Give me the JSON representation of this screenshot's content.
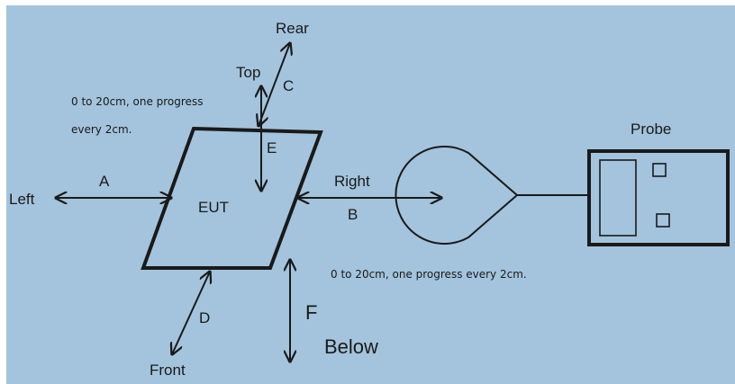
{
  "colors": {
    "background": "#a3c4dc",
    "stroke": "#1a1a1a",
    "probe_fill": "#a3c4dc"
  },
  "labels": {
    "rear": "Rear",
    "top": "Top",
    "c": "C",
    "e": "E",
    "left": "Left",
    "a": "A",
    "eut": "EUT",
    "right": "Right",
    "b": "B",
    "d": "D",
    "front": "Front",
    "f": "F",
    "below": "Below",
    "probe": "Probe"
  },
  "notes": {
    "top_line1": "0 to 20cm, one progress",
    "top_line2": "every 2cm.",
    "bottom": "0 to 20cm, one progress every 2cm."
  }
}
